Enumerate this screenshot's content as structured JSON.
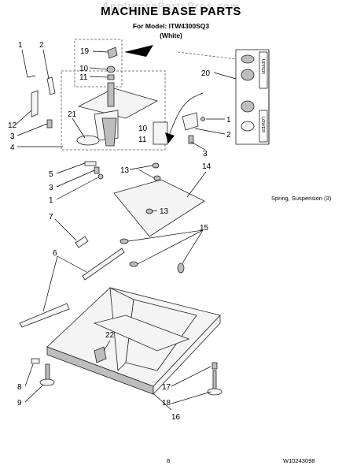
{
  "header": {
    "watermark": "AppliancePartsPros.com",
    "title": "MACHINE BASE PARTS",
    "model_line": "For Model: ITW4300SQ3",
    "color_line": "(White)"
  },
  "labels": {
    "l1a": "1",
    "l2": "2",
    "l19": "19",
    "l10a": "10",
    "l11a": "11",
    "l20": "20",
    "l12": "12",
    "l3a": "3",
    "l4": "4",
    "l21": "21",
    "l10b": "10",
    "l11b": "11",
    "l1b": "1",
    "l2b": "2",
    "l3b": "3",
    "l5": "5",
    "l3c": "3",
    "l1c": "1",
    "l13a": "13",
    "l14": "14",
    "l13b": "13",
    "l7": "7",
    "l15": "15",
    "l6": "6",
    "l22": "22",
    "l8": "8",
    "l9": "9",
    "l17": "17",
    "l18": "18",
    "l16": "16"
  },
  "bearing_labels": {
    "upper": "UPPER",
    "lower": "LOWER"
  },
  "note": "Spring, Suspension (3)",
  "footer": {
    "page": "8",
    "doc": "W10243098"
  }
}
